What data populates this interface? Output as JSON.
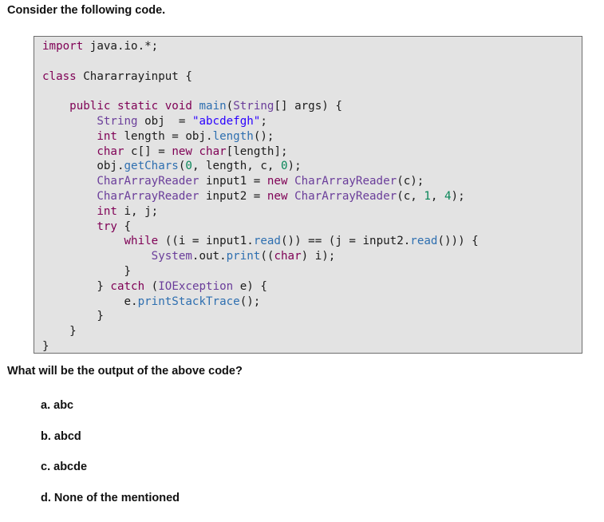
{
  "heading": "Consider the following code.",
  "code_lines": [
    "import java.io.*;",
    "",
    "class Chararrayinput {",
    "",
    "    public static void main(String[] args) {",
    "        String obj  = \"abcdefgh\";",
    "        int length = obj.length();",
    "        char c[] = new char[length];",
    "        obj.getChars(0, length, c, 0);",
    "        CharArrayReader input1 = new CharArrayReader(c);",
    "        CharArrayReader input2 = new CharArrayReader(c, 1, 4);",
    "        int i, j;",
    "        try {",
    "            while ((i = input1.read()) == (j = input2.read())) {",
    "                System.out.print((char) i);",
    "            }",
    "        } catch (IOException e) {",
    "            e.printStackTrace();",
    "        }",
    "    }",
    "}"
  ],
  "question": "What will be the output of the above code?",
  "options": [
    {
      "letter": "a.",
      "text": "abc"
    },
    {
      "letter": "b.",
      "text": "abcd"
    },
    {
      "letter": "c.",
      "text": "abcde"
    },
    {
      "letter": "d.",
      "text": "None of the mentioned"
    }
  ]
}
